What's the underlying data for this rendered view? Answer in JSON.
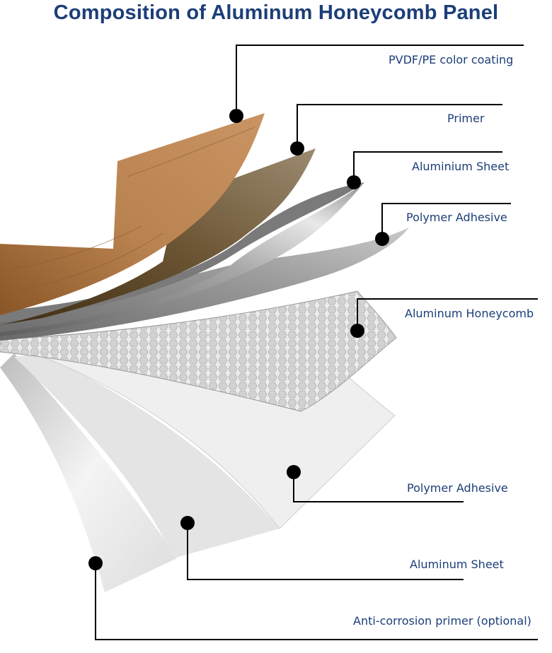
{
  "title": "Composition of Aluminum Honeycomb Panel",
  "labels": [
    "PVDF/PE color coating",
    "Primer",
    "Aluminium Sheet",
    "Polymer Adhesive",
    "Aluminum Honeycomb",
    "Polymer Adhesive",
    "Aluminum Sheet",
    "Anti-corrosion primer (optional)"
  ],
  "colors": {
    "title": "#1c3e78",
    "label": "#1c3e78",
    "leader": "#000000",
    "wood": "#b07a45",
    "primer": "#6b5433",
    "metal": "#9a9a9a",
    "honeycomb": "#e6e6e6",
    "sheet": "#f2f2f2"
  }
}
